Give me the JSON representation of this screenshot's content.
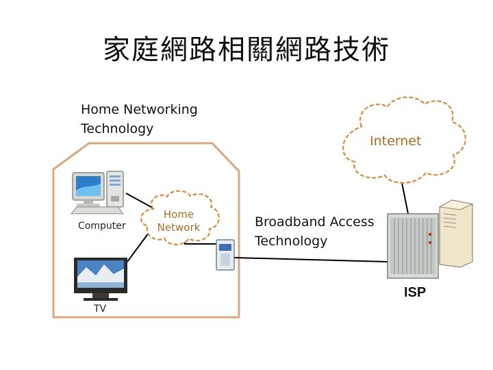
{
  "title": "家庭網路相關網路技術",
  "home_networking": {
    "line1": "Home Networking",
    "line2": "Technology"
  },
  "internet": "Internet",
  "home_network": {
    "line1": "Home",
    "line2": "Network"
  },
  "broadband": {
    "line1": "Broadband Access",
    "line2": "Technology"
  },
  "computer": "Computer",
  "tv": "TV",
  "isp": "ISP",
  "colors": {
    "house_outline": "#d9a77a",
    "cloud_stroke": "#d98a3a",
    "text_accent": "#b36a1e",
    "connector": "#000000"
  }
}
